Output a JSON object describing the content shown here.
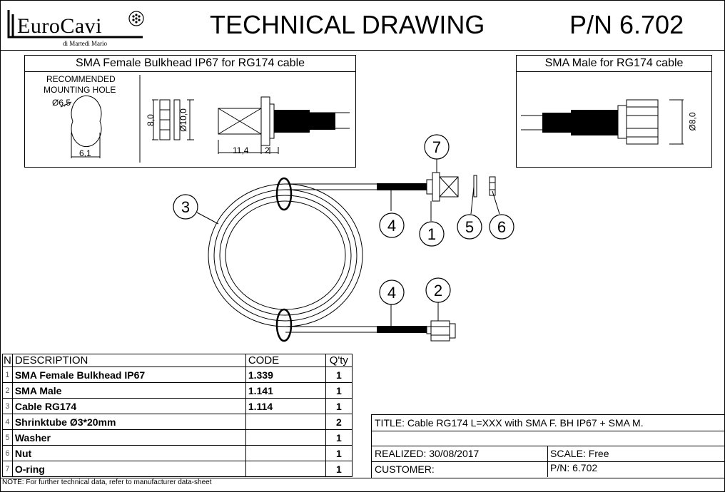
{
  "header": {
    "logo_text": "EuroCavi",
    "logo_sub": "di Martedi Mario",
    "title": "TECHNICAL DRAWING",
    "part_number": "P/N 6.702"
  },
  "left_detail": {
    "title": "SMA Female Bulkhead IP67 for RG174 cable",
    "hole_label_1": "RECOMMENDED",
    "hole_label_2": "MOUNTING  HOLE",
    "hole_dia": "Ø6,5",
    "hole_width": "6,1",
    "dim_8": "8,0",
    "dim_10": "Ø10,0",
    "dim_len": "11,4",
    "dim_2": "2"
  },
  "right_detail": {
    "title": "SMA Male for RG174 cable",
    "dim_dia": "Ø8,0"
  },
  "callouts": [
    "1",
    "2",
    "3",
    "4",
    "4",
    "5",
    "6",
    "7"
  ],
  "bom": {
    "headers": {
      "n": "N",
      "description": "DESCRIPTION",
      "code": "CODE",
      "qty": "Q'ty"
    },
    "rows": [
      {
        "n": "1",
        "description": "SMA Female Bulkhead IP67",
        "code": "1.339",
        "qty": "1"
      },
      {
        "n": "2",
        "description": "SMA Male",
        "code": "1.141",
        "qty": "1"
      },
      {
        "n": "3",
        "description": "Cable RG174",
        "code": "1.114",
        "qty": "1"
      },
      {
        "n": "4",
        "description": "Shrinktube Ø3*20mm",
        "code": "",
        "qty": "2"
      },
      {
        "n": "5",
        "description": "Washer",
        "code": "",
        "qty": "1"
      },
      {
        "n": "6",
        "description": "Nut",
        "code": "",
        "qty": "1"
      },
      {
        "n": "7",
        "description": "O-ring",
        "code": "",
        "qty": "1"
      }
    ]
  },
  "title_block": {
    "title": "TITLE: Cable RG174 L=XXX with SMA F. BH IP67 + SMA M.",
    "realized": "REALIZED: 30/08/2017",
    "scale": "SCALE: Free",
    "customer": "CUSTOMER:",
    "pn": "P/N: 6.702"
  },
  "note": "NOTE: For further technical data, refer to manufacturer data-sheet"
}
